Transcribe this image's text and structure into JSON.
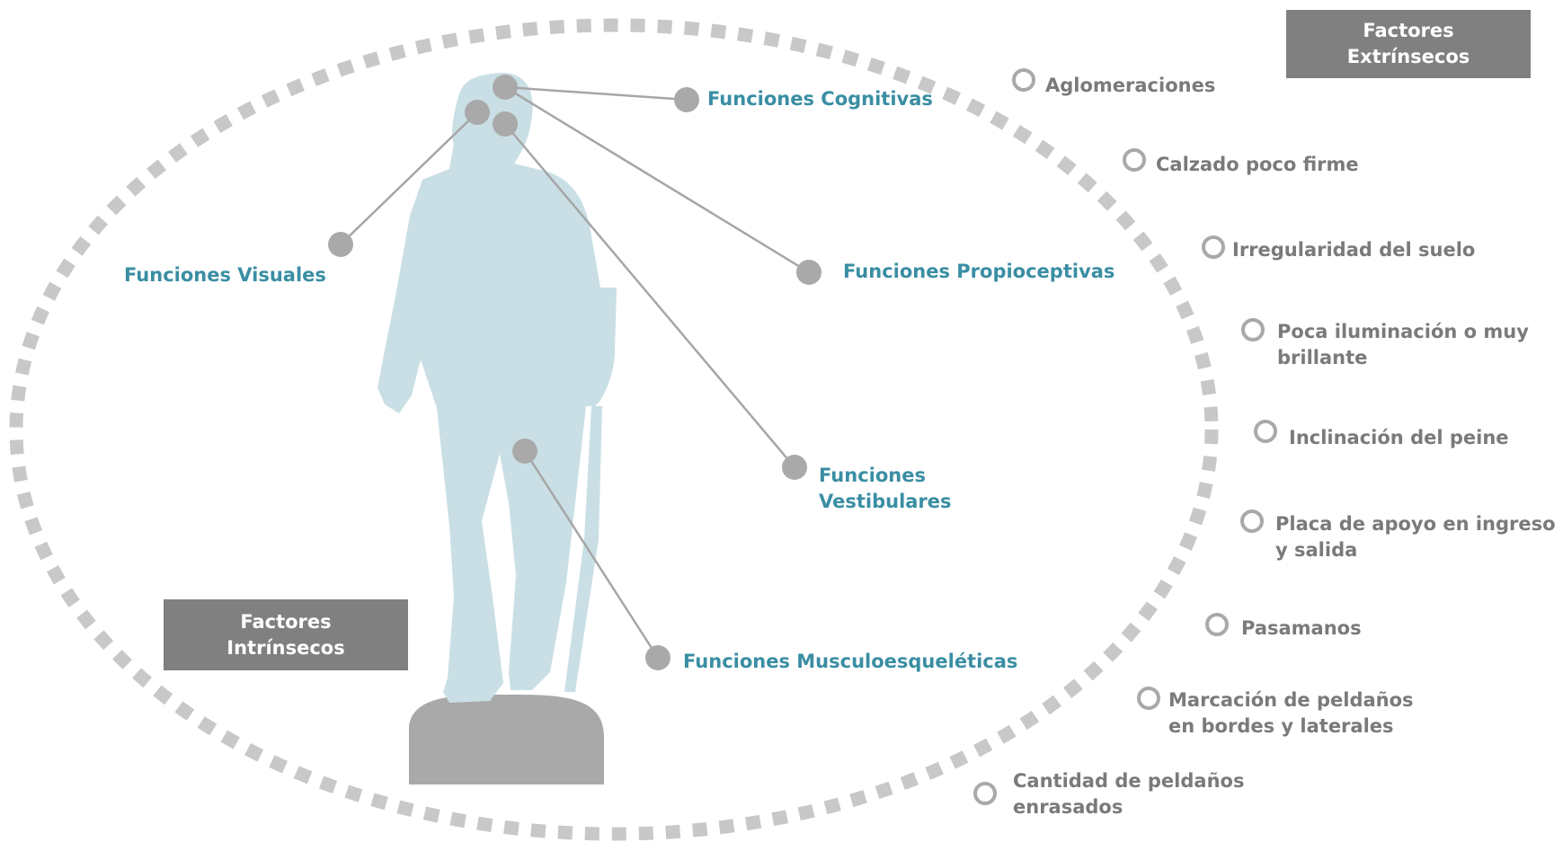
{
  "tags": {
    "extrinsic": [
      "Factores",
      "Extrínsecos"
    ],
    "intrinsic": [
      "Factores",
      "Intrínsecos"
    ]
  },
  "intrinsic_factors": [
    {
      "label": "Funciones Cognitivas"
    },
    {
      "label": "Funciones Visuales"
    },
    {
      "label": "Funciones Propioceptivas"
    },
    {
      "label": [
        "Funciones",
        "Vestibulares"
      ]
    },
    {
      "label": "Funciones Musculoesqueléticas"
    }
  ],
  "extrinsic_factors": [
    {
      "label": "Aglomeraciones"
    },
    {
      "label": "Calzado poco firme"
    },
    {
      "label": "Irregularidad del suelo"
    },
    {
      "label": [
        "Poca iluminación o muy",
        "brillante"
      ]
    },
    {
      "label": "Inclinación del peine"
    },
    {
      "label": [
        "Placa de apoyo en ingreso",
        "y salida"
      ]
    },
    {
      "label": "Pasamanos"
    },
    {
      "label": [
        "Marcación de peldaños",
        "en bordes y laterales"
      ]
    },
    {
      "label": [
        "Cantidad de peldaños",
        "enrasados"
      ]
    }
  ],
  "colors": {
    "intrinsic_text": "#3a8ea3",
    "extrinsic_text": "#7a7a7a",
    "tag_bg": "#808080",
    "figure": "#c9dfe5",
    "pedestal": "#a9a9a9",
    "ring": "#c8c8c8",
    "connector": "#a6a6a6"
  }
}
